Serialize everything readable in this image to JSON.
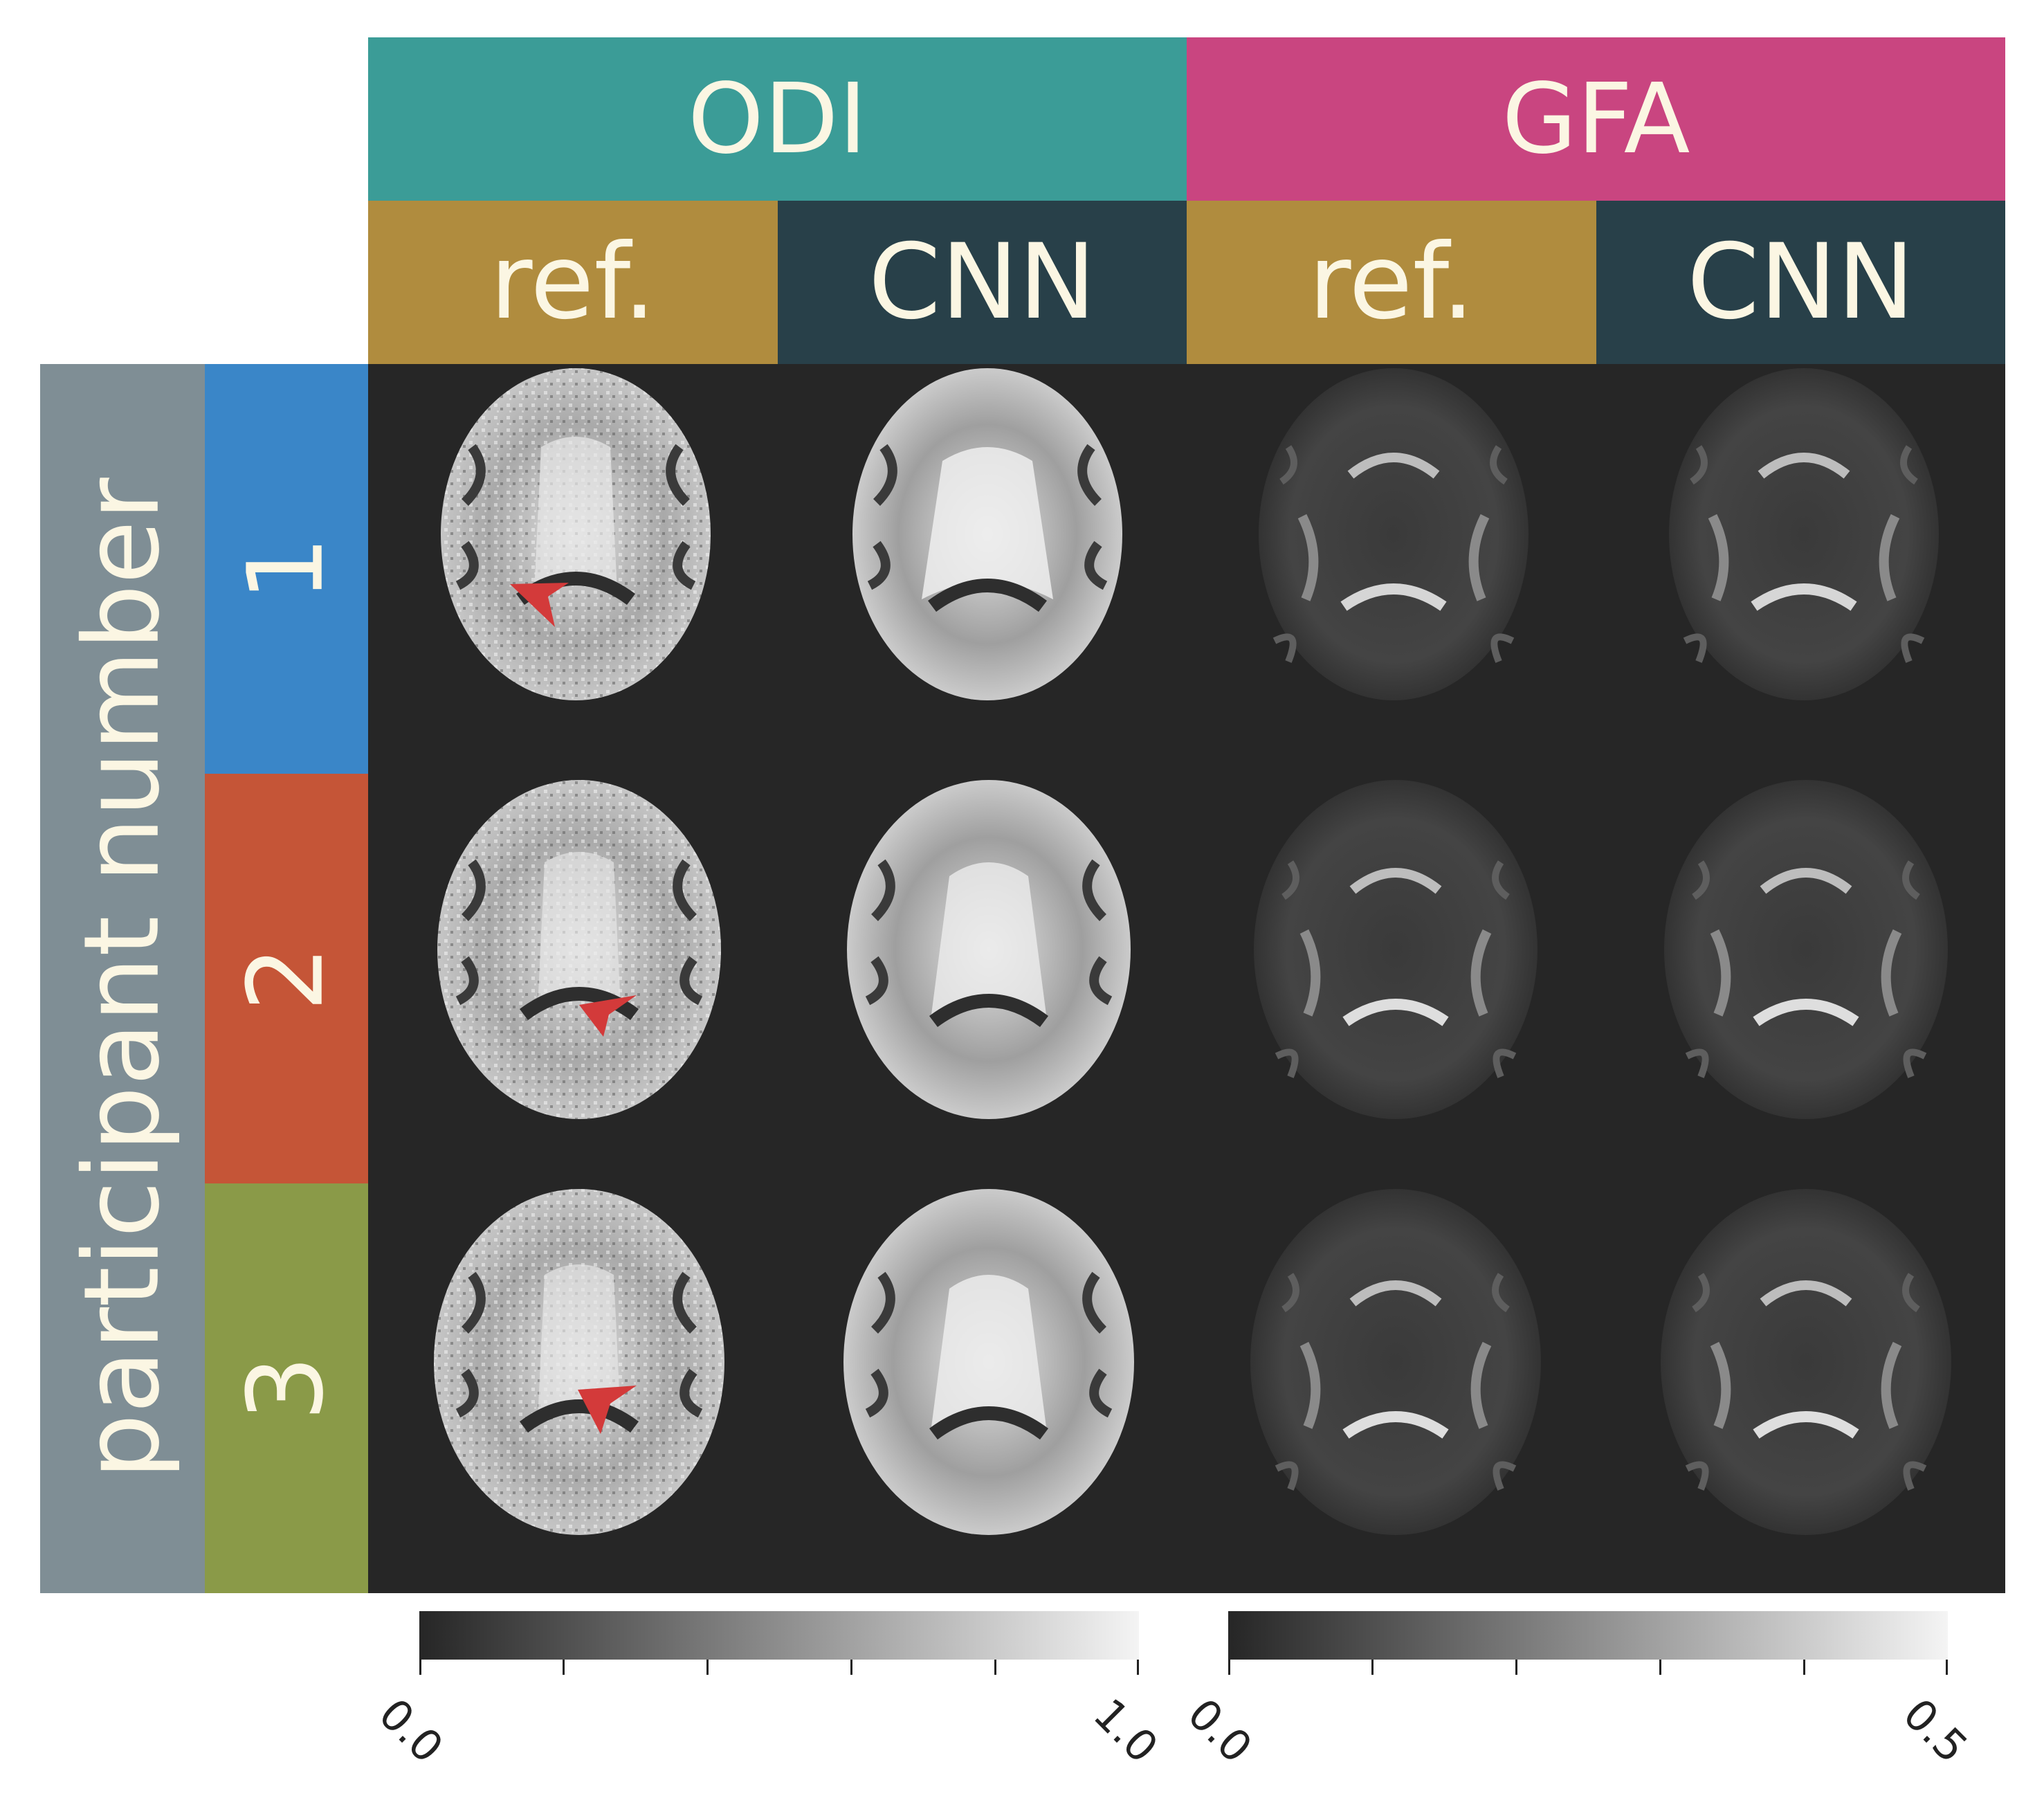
{
  "metrics": [
    {
      "label": "ODI",
      "color": "#3b9c97"
    },
    {
      "label": "GFA",
      "color": "#c94580"
    }
  ],
  "subcolumns": [
    {
      "label": "ref.",
      "color": "#b08c3e"
    },
    {
      "label": "CNN",
      "color": "#284049"
    },
    {
      "label": "ref.",
      "color": "#b08c3e"
    },
    {
      "label": "CNN",
      "color": "#284049"
    }
  ],
  "row_group_label": "participant number",
  "row_group_color": "#7f8e95",
  "rows": [
    {
      "label": "1",
      "color": "#3a86c8"
    },
    {
      "label": "2",
      "color": "#c55537"
    },
    {
      "label": "3",
      "color": "#8a9a48"
    }
  ],
  "colorbars": [
    {
      "min_label": "0.0",
      "max_label": "1.0"
    },
    {
      "min_label": "0.0",
      "max_label": "0.5"
    }
  ],
  "arrow_color": "#d33a3a",
  "panel_color": "#262626"
}
